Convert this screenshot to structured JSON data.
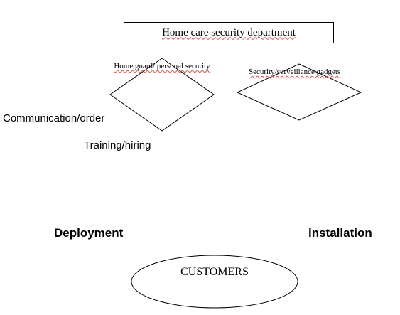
{
  "diagram": {
    "title": "Home care security department",
    "nodes": {
      "home_guard": "Home guard/ personal security",
      "gadgets": "Security/surveillance gadgets",
      "customers": "CUSTOMERS"
    },
    "labels": {
      "communication": "Communication/order",
      "training": "Training/hiring",
      "deployment": "Deployment",
      "installation": "installation"
    }
  }
}
